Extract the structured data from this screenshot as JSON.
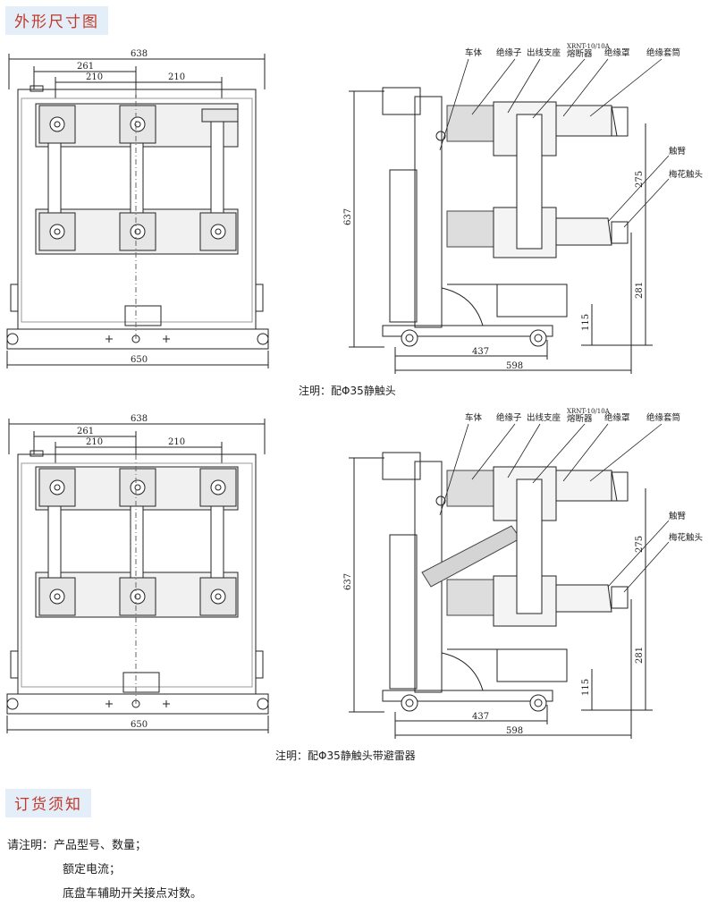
{
  "headings": {
    "outline": "外形尺寸图",
    "ordering": "订货须知"
  },
  "drawing1": {
    "front_dims": {
      "width_top": "638",
      "d261": "261",
      "d210a": "210",
      "d210b": "210",
      "width_bottom": "650"
    },
    "side_dims": {
      "height": "637",
      "d275": "275",
      "d281": "281",
      "d115": "115",
      "d437": "437",
      "d598": "598"
    },
    "labels": {
      "body": "车体",
      "insulator": "绝缘子",
      "outlet_seat": "出线支座",
      "fuse_model": "XRNT-10/10A",
      "fuse": "熔断器",
      "insulation_cover": "绝缘罩",
      "insulation_sleeve": "绝缘套筒",
      "contact_arm": "触臂",
      "plum_contact": "梅花触头"
    },
    "note": "注明：配Φ35静触头"
  },
  "drawing2": {
    "front_dims": {
      "width_top": "638",
      "d261": "261",
      "d210a": "210",
      "d210b": "210",
      "width_bottom": "650"
    },
    "side_dims": {
      "height": "637",
      "d275": "275",
      "d281": "281",
      "d115": "115",
      "d437": "437",
      "d598": "598"
    },
    "labels": {
      "body": "车体",
      "insulator": "绝缘子",
      "outlet_seat": "出线支座",
      "fuse_model": "XRNT-10/10A",
      "fuse": "熔断器",
      "insulation_cover": "绝缘罩",
      "insulation_sleeve": "绝缘套筒",
      "contact_arm": "触臂",
      "plum_contact": "梅花触头"
    },
    "note": "注明：配Φ35静触头带避雷器"
  },
  "order": {
    "line1": "请注明：产品型号、数量；",
    "line2": "额定电流；",
    "line3": "底盘车辅助开关接点对数。"
  }
}
